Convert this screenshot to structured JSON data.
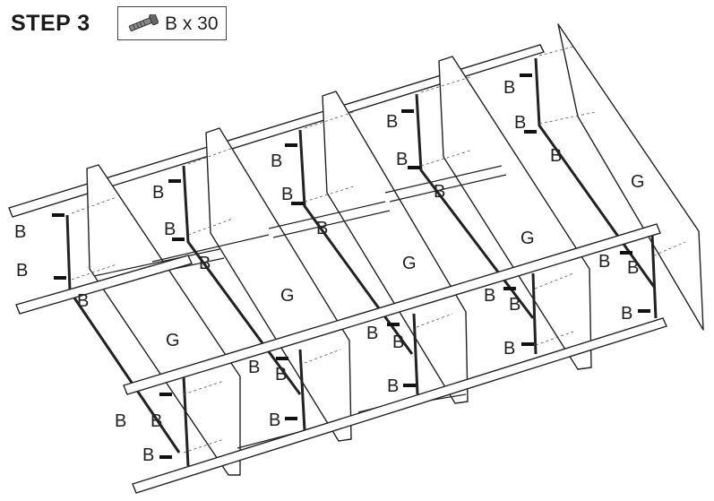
{
  "step": {
    "title": "STEP 3"
  },
  "parts": {
    "label": "B x 30",
    "icon": "bolt-icon"
  },
  "labels": {
    "bolt": "B",
    "panel": "G"
  },
  "colors": {
    "line": "#222222",
    "background": "#ffffff"
  }
}
